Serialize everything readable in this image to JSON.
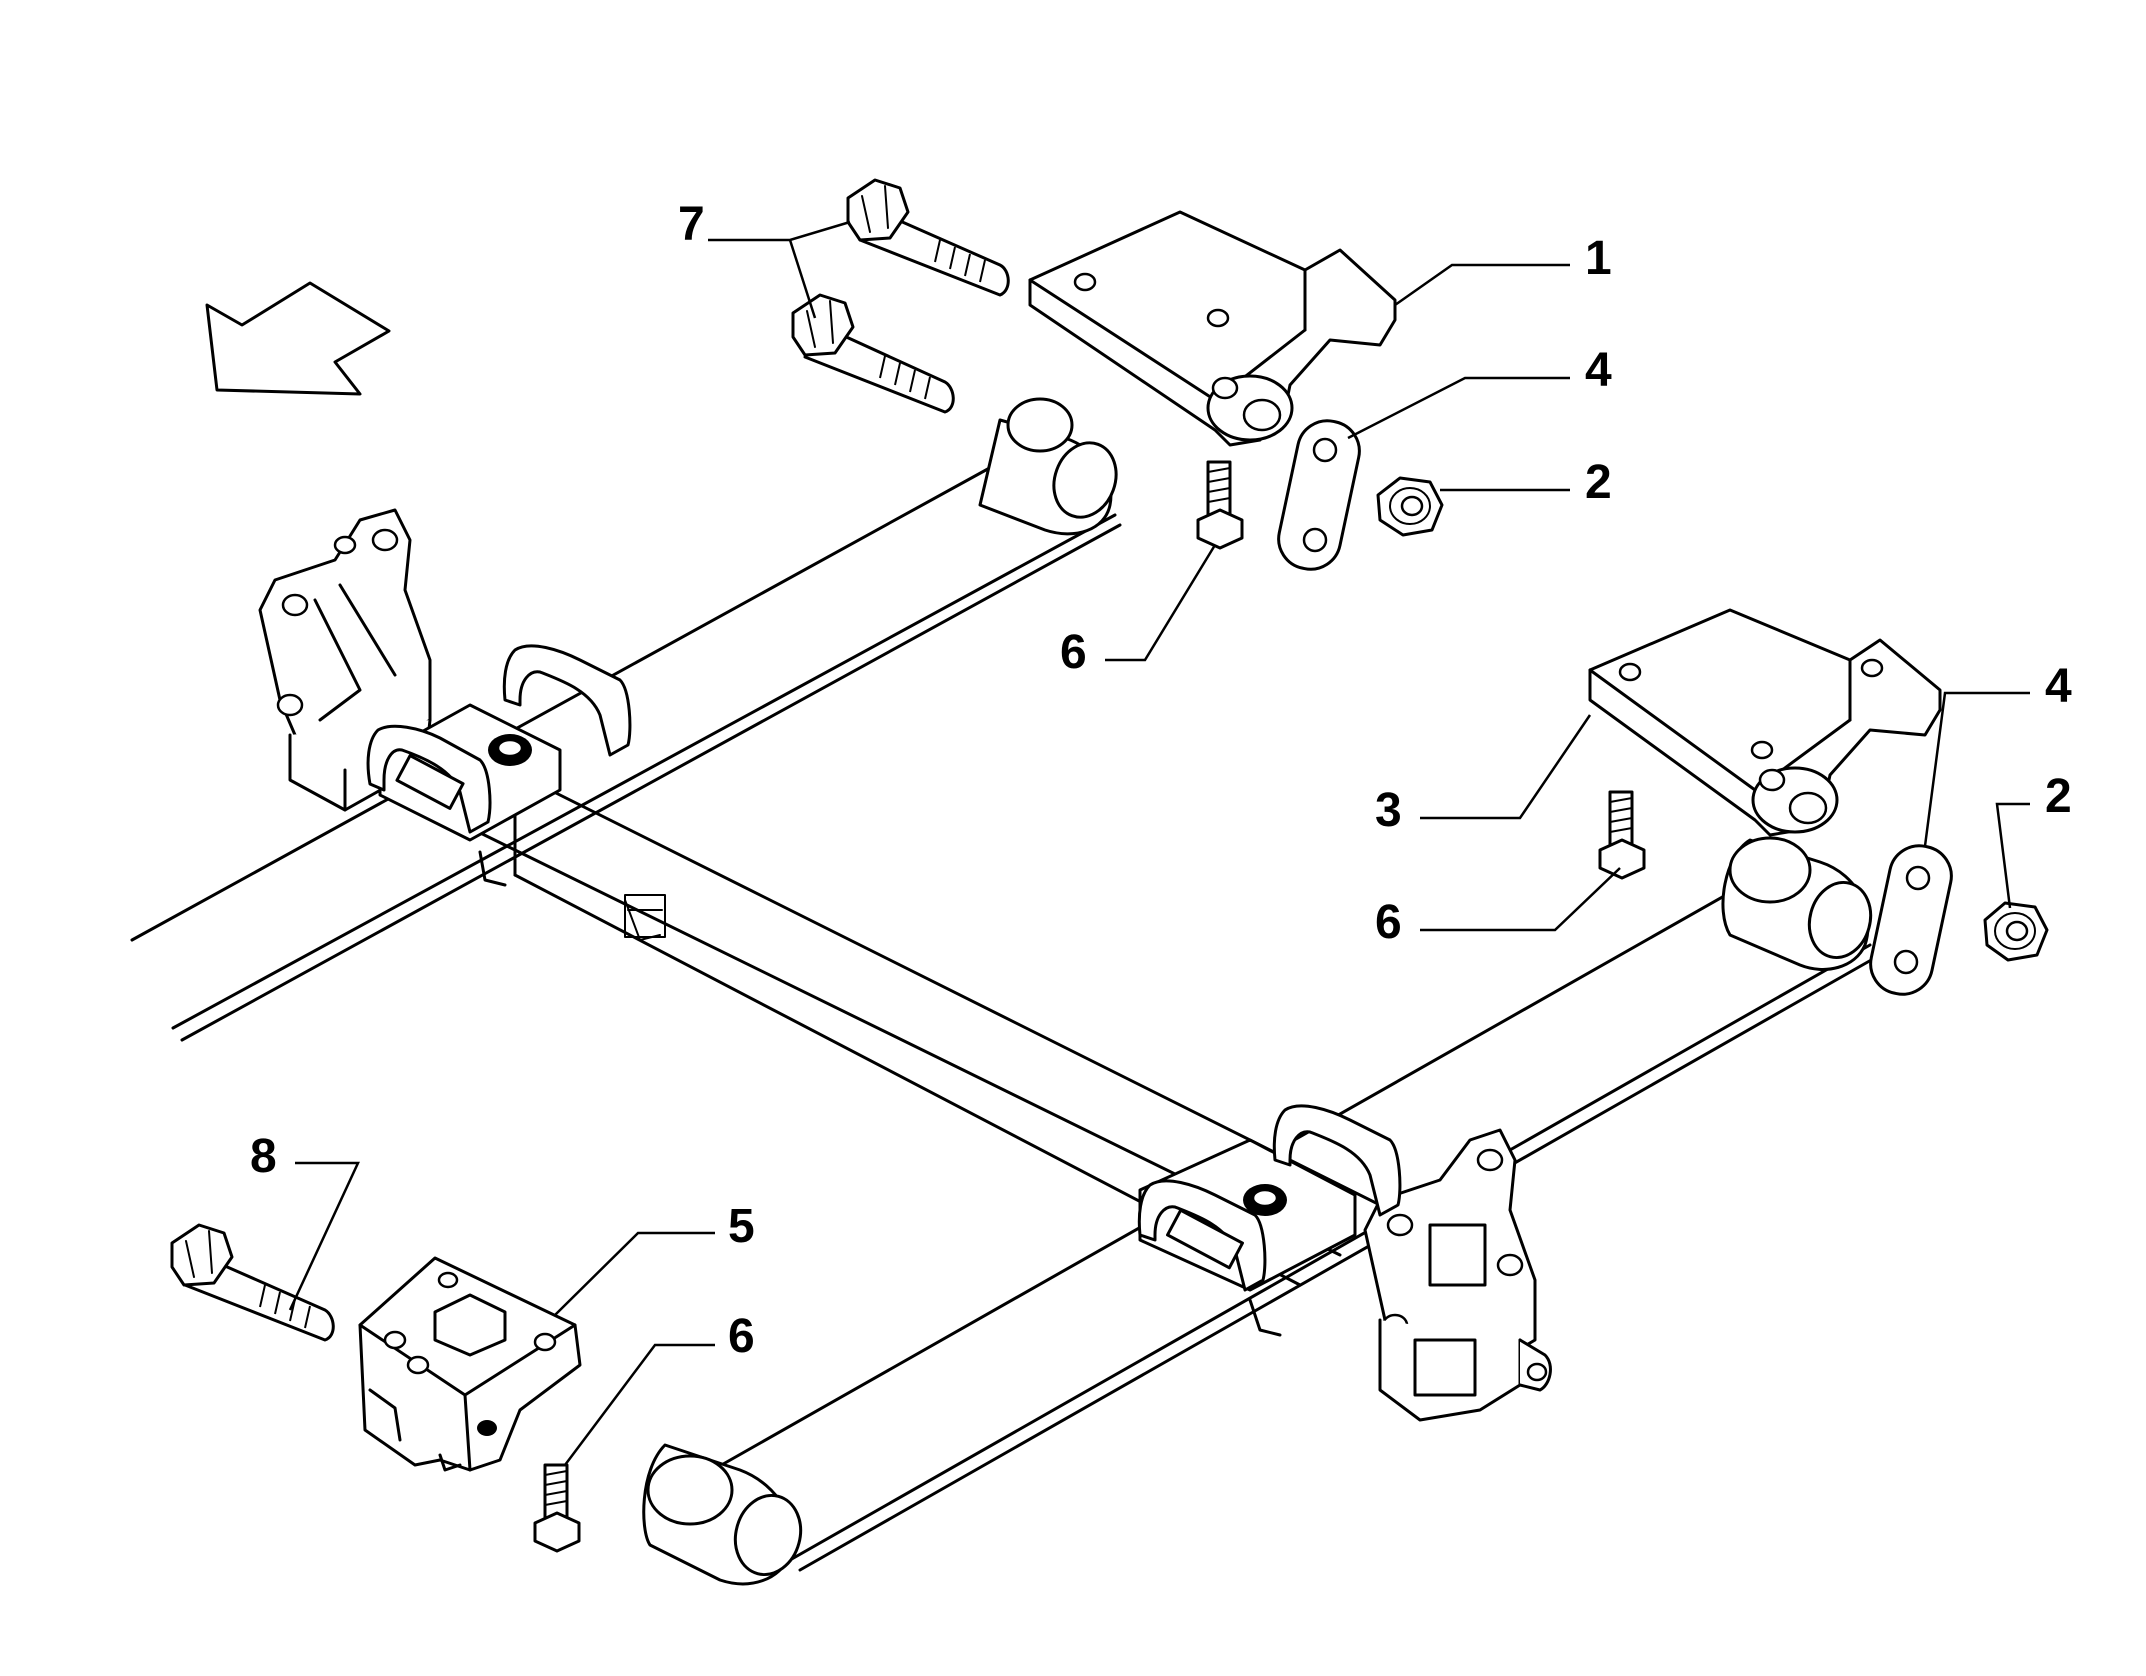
{
  "callouts": {
    "c1": "1",
    "c2a": "2",
    "c2b": "2",
    "c3": "3",
    "c4a": "4",
    "c4b": "4",
    "c5": "5",
    "c6a": "6",
    "c6b": "6",
    "c6c": "6",
    "c7": "7",
    "c8": "8"
  },
  "colors": {
    "line": "#000000",
    "background": "#ffffff"
  },
  "icons": {
    "direction": "direction-arrow-icon"
  }
}
